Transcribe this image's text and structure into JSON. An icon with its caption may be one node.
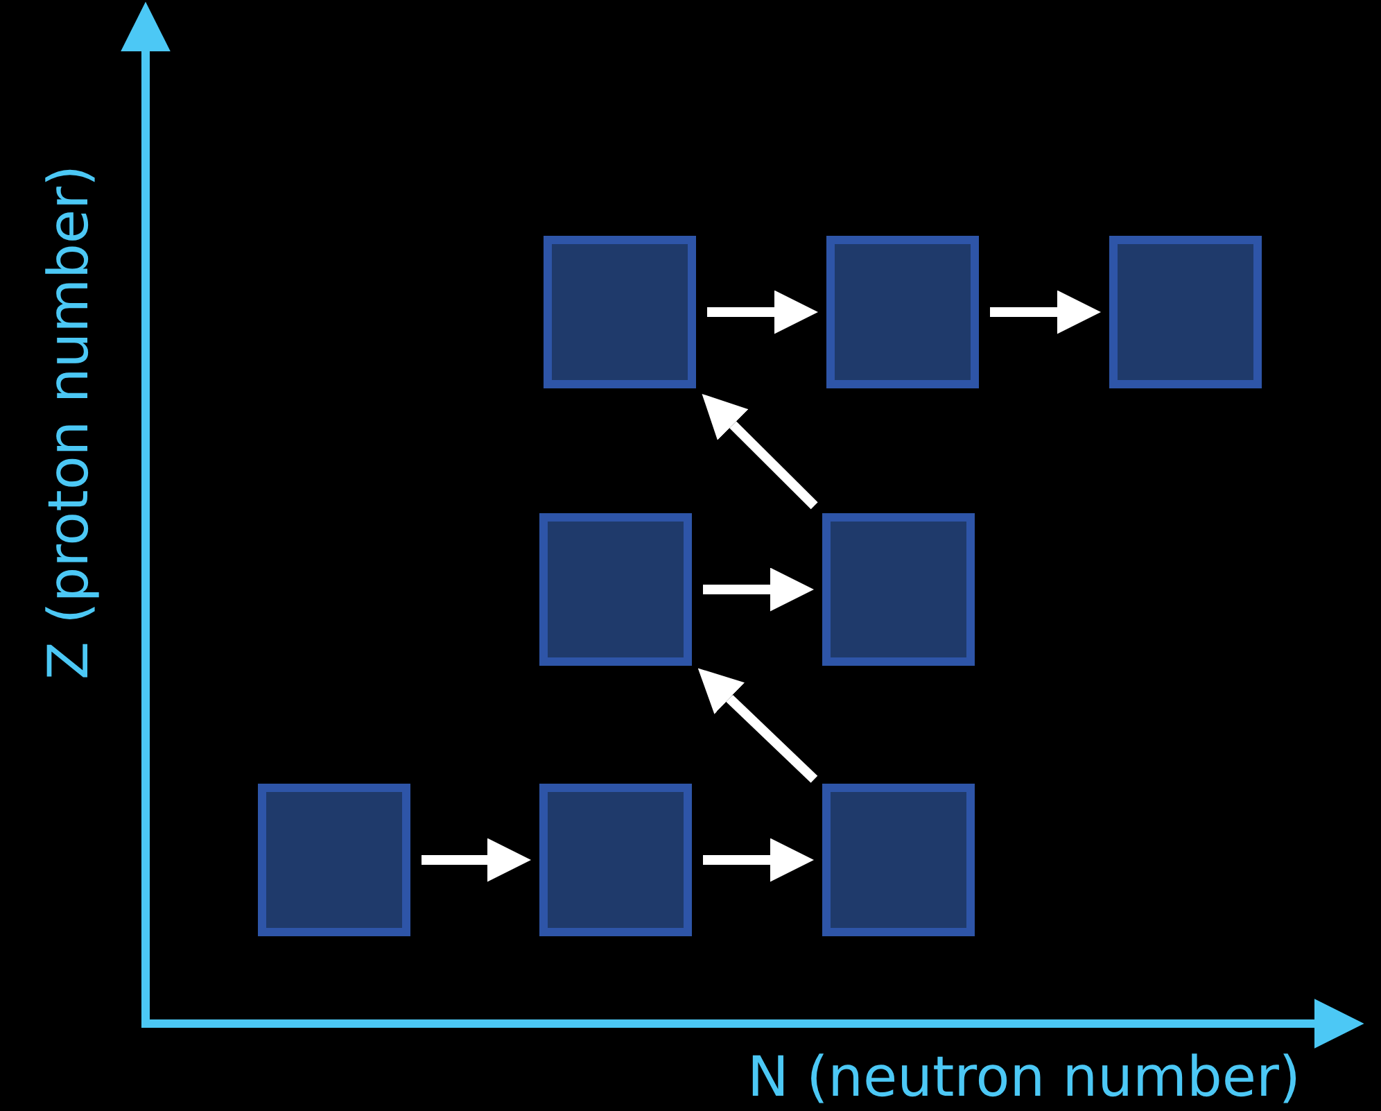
{
  "diagram": {
    "nodes": [
      {
        "text": [],
        "shape": "box"
      },
      {
        "text": [],
        "shape": "box"
      },
      {
        "text": [],
        "shape": "box"
      },
      {
        "text": [],
        "shape": "box"
      },
      {
        "text": [],
        "shape": "box"
      },
      {
        "text": [],
        "shape": "box"
      },
      {
        "text": [],
        "shape": "box"
      },
      {
        "text": [],
        "shape": "box"
      }
    ],
    "edges": [
      {
        "from": 0,
        "to": 1,
        "arrow": "to"
      },
      {
        "from": 1,
        "to": 2,
        "arrow": "to"
      },
      {
        "from": 4,
        "to": 0,
        "arrow": "to"
      },
      {
        "from": 3,
        "to": 4,
        "arrow": "to"
      },
      {
        "from": 7,
        "to": 3,
        "arrow": "to"
      },
      {
        "from": 5,
        "to": 6,
        "arrow": "to"
      },
      {
        "from": 6,
        "to": 7,
        "arrow": "to"
      }
    ],
    "labels": [
      "Z (proton number)",
      "N (neutron number)"
    ]
  }
}
